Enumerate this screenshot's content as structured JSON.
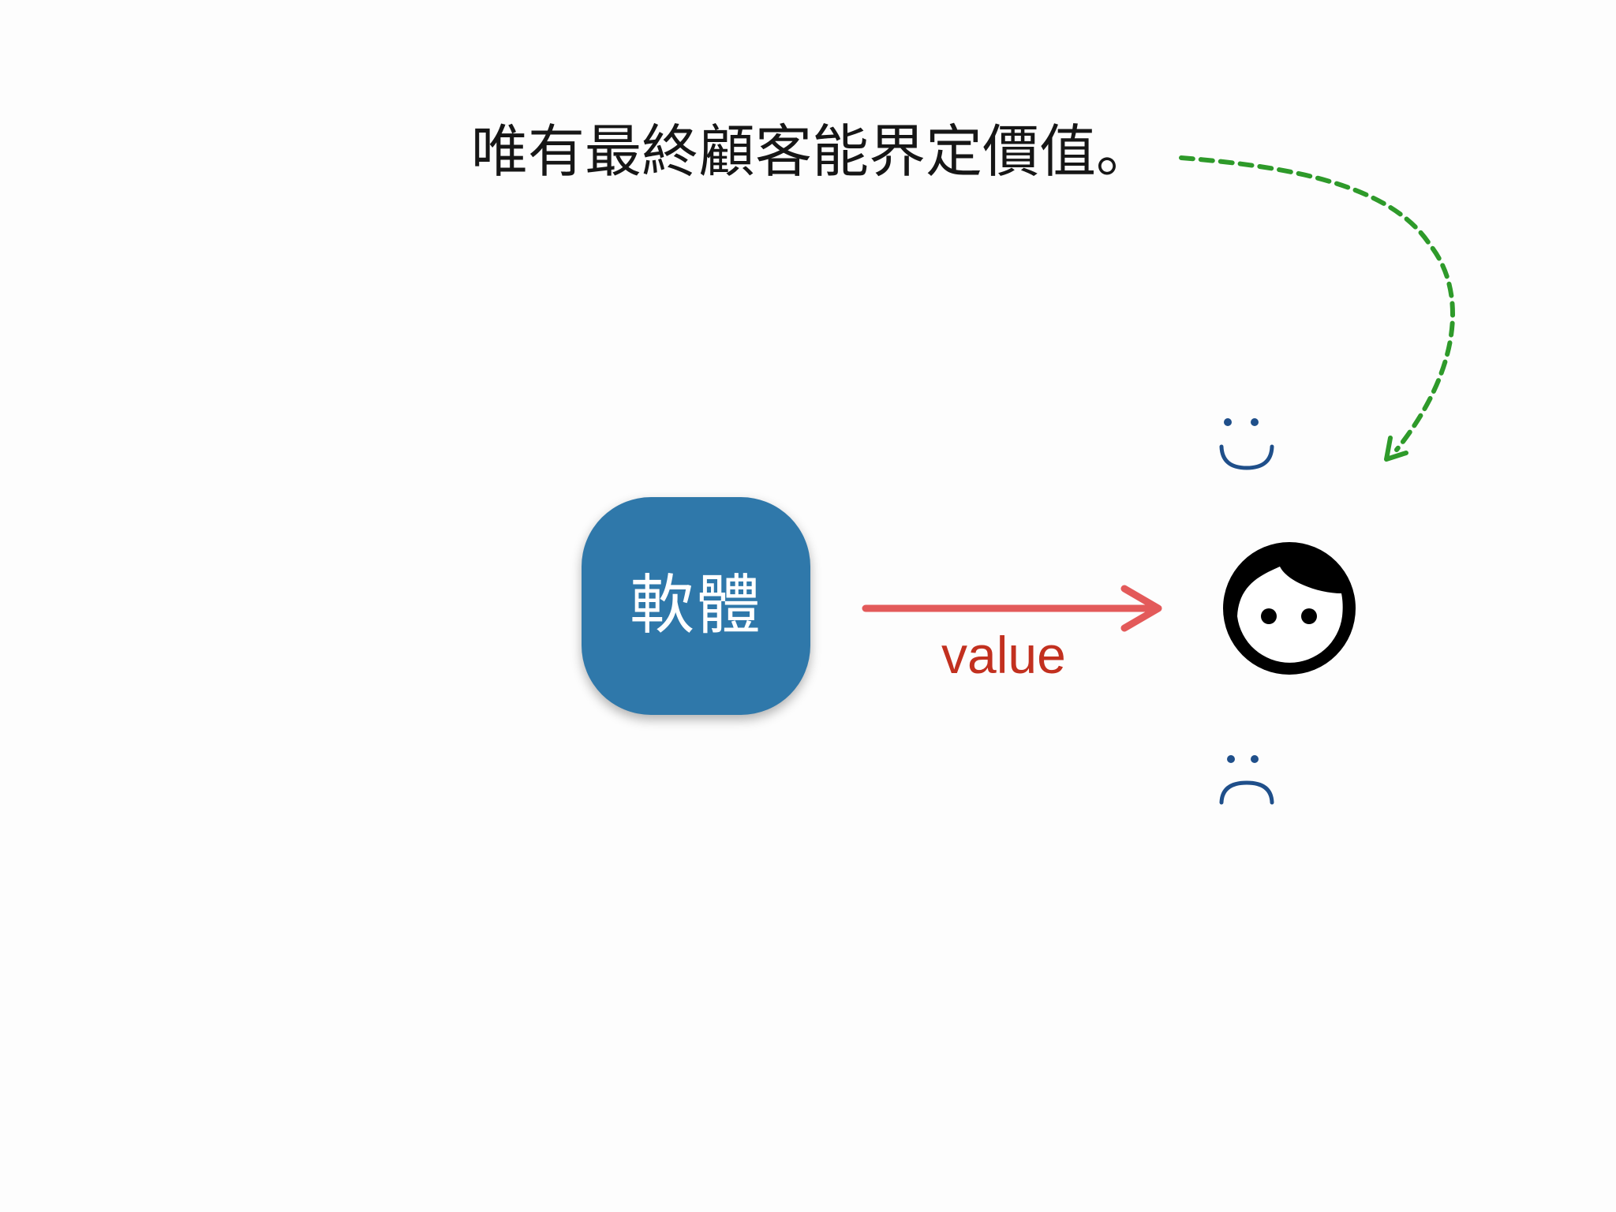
{
  "slide": {
    "headline": "唯有最終顧客能界定價值。",
    "software_box": {
      "label": "軟體",
      "color": "#2f78aa"
    },
    "value_arrow": {
      "label": "value",
      "arrow_color": "#e35a5a",
      "label_color": "#c2301f"
    },
    "feedback_arrow": {
      "color": "#2e9a2a"
    },
    "customer": {
      "icon": "customer-face-icon",
      "happy_icon": "smiley-icon",
      "sad_icon": "frowny-icon",
      "emoticon_color": "#1f4f8a"
    }
  }
}
